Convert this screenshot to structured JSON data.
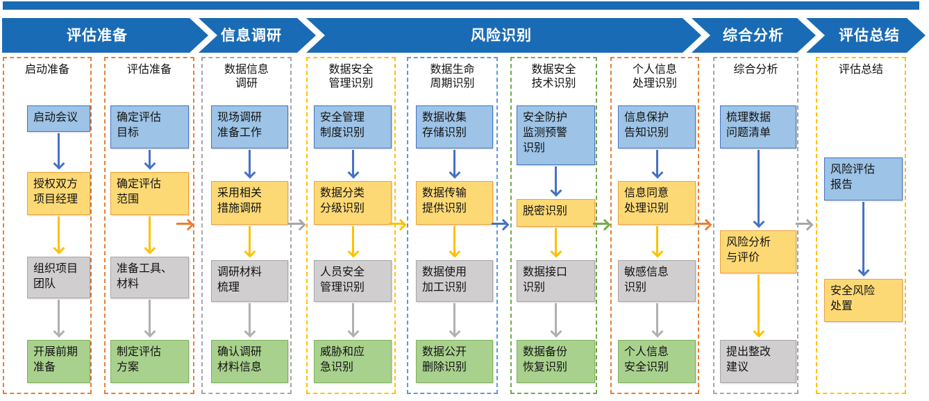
{
  "title_banner": {
    "phases": [
      "评估准备",
      "信息调研",
      "风险识别",
      "综合分析",
      "评估总结"
    ]
  },
  "colors": {
    "banner_blue": "#1A6BB5",
    "box_blue_fill": "#9DC3E6",
    "box_blue_border": "#4472C4",
    "box_yellow_fill": "#FCD975",
    "box_yellow_border": "#EDA23C",
    "box_gray_fill": "#D0CECE",
    "box_gray_border": "#A6A6A6",
    "box_green_fill": "#A9D18E",
    "box_green_border": "#7FAF5C",
    "arrow_blue": "#4472C4",
    "arrow_yellow": "#FFC000",
    "arrow_gray": "#B0B0B0",
    "dash_orange": "#ED7D31",
    "dash_gray": "#A6A6A6",
    "dash_gold": "#FFC000",
    "dash_blue": "#5B9BD5",
    "dash_green": "#70AD47"
  },
  "connectors": [
    "#ED7D31",
    "#A6A6A6",
    "#FFC000",
    "#4472C4",
    "#70AD47",
    "#ED7D31",
    "#A6A6A6"
  ],
  "columns": [
    {
      "title": "启动准备",
      "boxes": [
        {
          "label": "启动会议",
          "type": "blue"
        },
        {
          "label": "授权双方\n项目经理",
          "type": "yellow"
        },
        {
          "label": "组织项目\n团队",
          "type": "gray"
        },
        {
          "label": "开展前期\n准备",
          "type": "green"
        }
      ]
    },
    {
      "title": "评估准备",
      "boxes": [
        {
          "label": "确定评估\n目标",
          "type": "blue"
        },
        {
          "label": "确定评估\n范围",
          "type": "yellow"
        },
        {
          "label": "准备工具、\n材料",
          "type": "gray"
        },
        {
          "label": "制定评估\n方案",
          "type": "green"
        }
      ]
    },
    {
      "title": "数据信息\n调研",
      "boxes": [
        {
          "label": "现场调研\n准备工作",
          "type": "blue"
        },
        {
          "label": "采用相关\n措施调研",
          "type": "yellow"
        },
        {
          "label": "调研材料\n梳理",
          "type": "gray"
        },
        {
          "label": "确认调研\n材料信息",
          "type": "green"
        }
      ]
    },
    {
      "title": "数据安全\n管理识别",
      "boxes": [
        {
          "label": "安全管理\n制度识别",
          "type": "blue"
        },
        {
          "label": "数据分类\n分级识别",
          "type": "yellow"
        },
        {
          "label": "人员安全\n管理识别",
          "type": "gray"
        },
        {
          "label": "威胁和应\n急识别",
          "type": "green"
        }
      ]
    },
    {
      "title": "数据生命\n周期识别",
      "boxes": [
        {
          "label": "数据收集\n存储识别",
          "type": "blue"
        },
        {
          "label": "数据传输\n提供识别",
          "type": "yellow"
        },
        {
          "label": "数据使用\n加工识别",
          "type": "gray"
        },
        {
          "label": "数据公开\n删除识别",
          "type": "green"
        }
      ]
    },
    {
      "title": "数据安全\n技术识别",
      "boxes": [
        {
          "label": "安全防护\n监测预警\n识别",
          "type": "blue"
        },
        {
          "label": "脱密识别",
          "type": "yellow"
        },
        {
          "label": "数据接口\n识别",
          "type": "gray"
        },
        {
          "label": "数据备份\n恢复识别",
          "type": "green"
        }
      ]
    },
    {
      "title": "个人信息\n处理识别",
      "boxes": [
        {
          "label": "信息保护\n告知识别",
          "type": "blue"
        },
        {
          "label": "信息同意\n处理识别",
          "type": "yellow"
        },
        {
          "label": "敏感信息\n识别",
          "type": "gray"
        },
        {
          "label": "个人信息\n安全识别",
          "type": "green"
        }
      ]
    },
    {
      "title": "综合分析",
      "boxes": [
        {
          "label": "梳理数据\n问题清单",
          "type": "blue"
        },
        {
          "label": "风险分析\n与评价",
          "type": "yellow"
        },
        {
          "label": "提出整改\n建议",
          "type": "gray"
        }
      ]
    },
    {
      "title": "评估总结",
      "boxes": [
        {
          "label": "风险评估\n报告",
          "type": "blue"
        },
        {
          "label": "安全风险\n处置",
          "type": "yellow"
        }
      ]
    }
  ]
}
